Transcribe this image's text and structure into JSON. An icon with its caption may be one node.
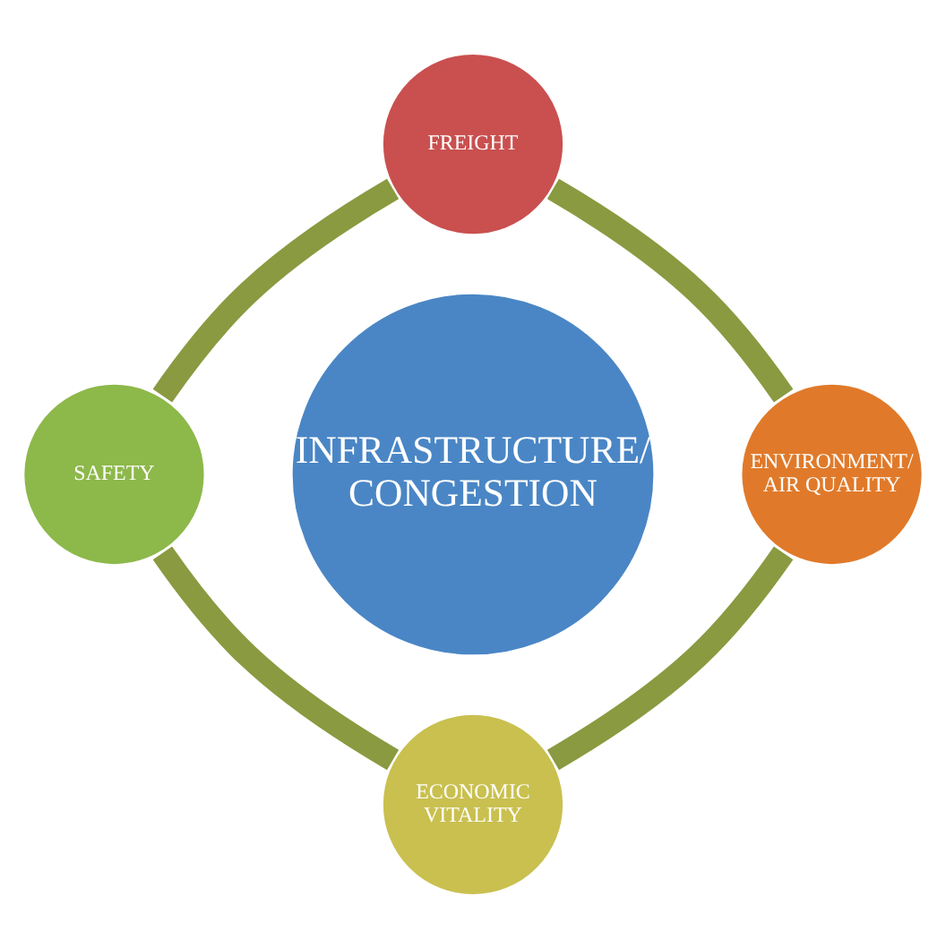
{
  "diagram": {
    "nodes": [
      {
        "text": [
          "FREIGHT"
        ]
      },
      {
        "text": [
          "SAFETY"
        ]
      },
      {
        "text": [
          "INFRASTRUCTURE/ CONGESTION"
        ]
      },
      {
        "text": [
          "ENVIRONMENT/ AIR QUALITY"
        ]
      },
      {
        "text": [
          "ECONOMIC VITALITY"
        ]
      }
    ],
    "edges": [
      {
        "from": 0,
        "to": 3,
        "arrow": "none"
      },
      {
        "from": 3,
        "to": 4,
        "arrow": "none"
      },
      {
        "from": 4,
        "to": 1,
        "arrow": "none"
      },
      {
        "from": 1,
        "to": 0,
        "arrow": "none"
      }
    ]
  }
}
